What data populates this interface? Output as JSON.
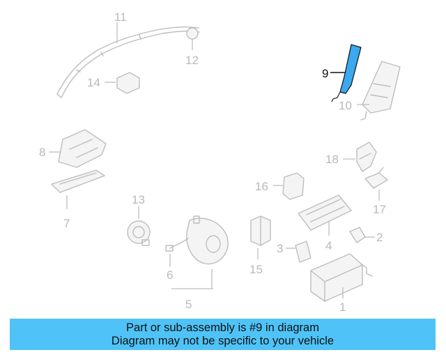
{
  "callouts": {
    "c1": "1",
    "c2": "2",
    "c3": "3",
    "c5": "5",
    "c6": "6",
    "c7": "7",
    "c8": "8",
    "c9": "9",
    "c10": "10",
    "c11": "11",
    "c12": "12",
    "c13": "13",
    "c14": "14",
    "c15": "15",
    "c16": "16",
    "c17": "17",
    "c18": "18",
    "c4": "4"
  },
  "highlight_part": "9",
  "colors": {
    "highlight": "#3aa9ee",
    "banner": "#4fc3f7",
    "parts": "#bdbdbd"
  },
  "banner": {
    "line1": "Part or sub-assembly is #9 in diagram",
    "line2": "Diagram may not be specific to your vehicle"
  }
}
